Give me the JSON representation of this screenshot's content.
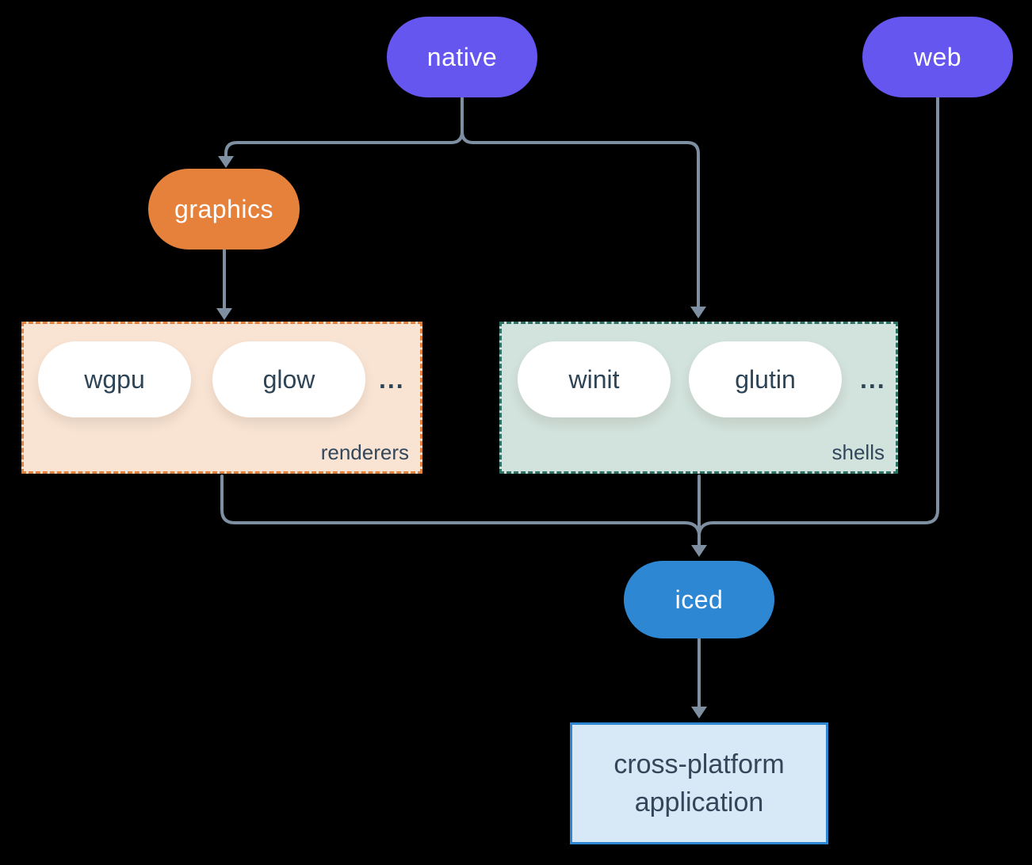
{
  "diagram": {
    "background_color": "#000000",
    "connector_color": "#7d8fa0",
    "nodes": {
      "native": {
        "label": "native",
        "bg": "#6456ee",
        "text_color": "#ffffff"
      },
      "web": {
        "label": "web",
        "bg": "#6456ee",
        "text_color": "#ffffff"
      },
      "graphics": {
        "label": "graphics",
        "bg": "#e5813b",
        "text_color": "#ffffff"
      },
      "iced": {
        "label": "iced",
        "bg": "#2d87d3",
        "text_color": "#ffffff"
      },
      "application": {
        "label_line1": "cross-platform",
        "label_line2": "application",
        "bg": "#d7e8f7",
        "border_color": "#2d87d3",
        "text_color": "#33475b"
      }
    },
    "groups": {
      "renderers": {
        "label": "renderers",
        "bg": "#f9e4d4",
        "border_color": "#e0823d",
        "items": [
          "wgpu",
          "glow"
        ],
        "ellipsis": "...",
        "item_bg": "#ffffff",
        "item_text_color": "#2d4356",
        "label_color": "#33475b"
      },
      "shells": {
        "label": "shells",
        "bg": "#d2e2dc",
        "border_color": "#2d7164",
        "items": [
          "winit",
          "glutin"
        ],
        "ellipsis": "...",
        "item_bg": "#ffffff",
        "item_text_color": "#2d4356",
        "label_color": "#33475b"
      }
    },
    "edges": [
      "native -> graphics",
      "native -> shells",
      "graphics -> renderers",
      "renderers -> iced",
      "shells -> iced",
      "web -> iced",
      "iced -> application"
    ]
  }
}
